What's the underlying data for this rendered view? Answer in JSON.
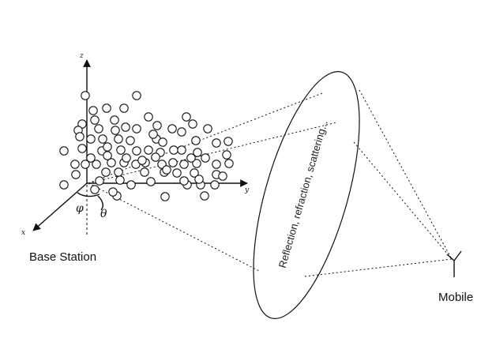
{
  "labels": {
    "base_station": "Base Station",
    "mobile": "Mobile",
    "scatterer_caption": "Reflection, refraction, scattering...",
    "axis_x": "x",
    "axis_y": "y",
    "axis_z": "z",
    "angle_phi": "φ",
    "angle_theta": "θ"
  },
  "scatterers": {
    "count": 88,
    "marker": "hollow-circle"
  },
  "colors": {
    "stroke": "#111111",
    "background": "#ffffff"
  }
}
